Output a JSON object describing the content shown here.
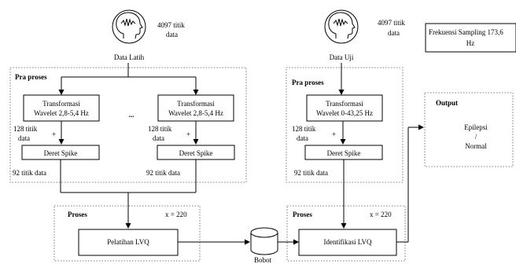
{
  "training": {
    "data_label": "Data Latih",
    "points_line1": "4097 titik",
    "points_line2": "data",
    "preprocess_title": "Pra proses",
    "wavelet_left_line1": "Transformasi",
    "wavelet_left_line2": "Wavelet 2,8-5,4 Hz",
    "wavelet_right_line1": "Transformasi",
    "wavelet_right_line2": "Wavelet 2,8-5,4 Hz",
    "ellipsis": "...",
    "left_128_line1": "128 titik",
    "left_128_line2": "data",
    "right_128_line1": "128 titik",
    "right_128_line2": "data",
    "plus_left": "+",
    "plus_right": "+",
    "spike_left": "Deret Spike",
    "spike_right": "Deret Spike",
    "left_92": "92 titik data",
    "right_92": "92 titik data",
    "process_title": "Proses",
    "process_x": "x = 220",
    "lvq_training": "Pelatihan LVQ"
  },
  "weights": {
    "label": "Bobot"
  },
  "test": {
    "data_label": "Data Uji",
    "points_line1": "4097 titik",
    "points_line2": "data",
    "preprocess_title": "Pra proses",
    "wavelet_line1": "Transformasi",
    "wavelet_line2": "Wavelet 0-43,25 Hz",
    "t128_line1": "128 titik",
    "t128_line2": "data",
    "plus": "+",
    "spike": "Deret Spike",
    "t92": "92 titik data",
    "process_title": "Proses",
    "process_x": "x = 220",
    "lvq_identification": "Identifikasi LVQ"
  },
  "sampling": {
    "line1": "Frekuensi Sampling 173,6",
    "line2": "Hz"
  },
  "output": {
    "title": "Output",
    "line1": "Epilepsi",
    "line2": "/",
    "line3": "Normal"
  },
  "icons": [
    "head-brain-icon",
    "database-icon"
  ]
}
